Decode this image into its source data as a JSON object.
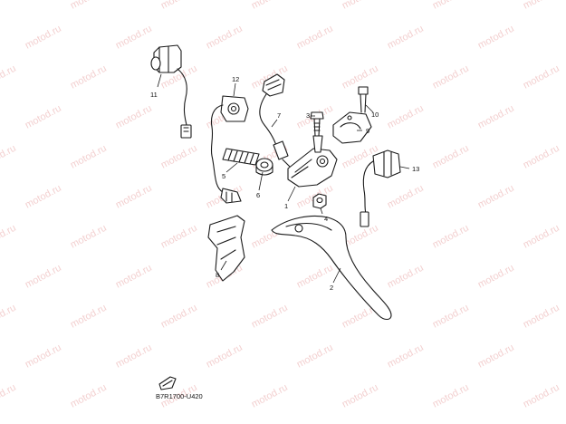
{
  "watermark": {
    "text": "motod.ru",
    "color": "#e9a9a9"
  },
  "diagram_code": "B7R1700-U420",
  "callouts": {
    "c1": "1",
    "c2": "2",
    "c3": "3",
    "c4": "4",
    "c5": "5",
    "c6": "6",
    "c7": "7",
    "c8": "8",
    "c9": "9",
    "c10": "10",
    "c11": "11",
    "c12": "12",
    "c13": "13"
  }
}
